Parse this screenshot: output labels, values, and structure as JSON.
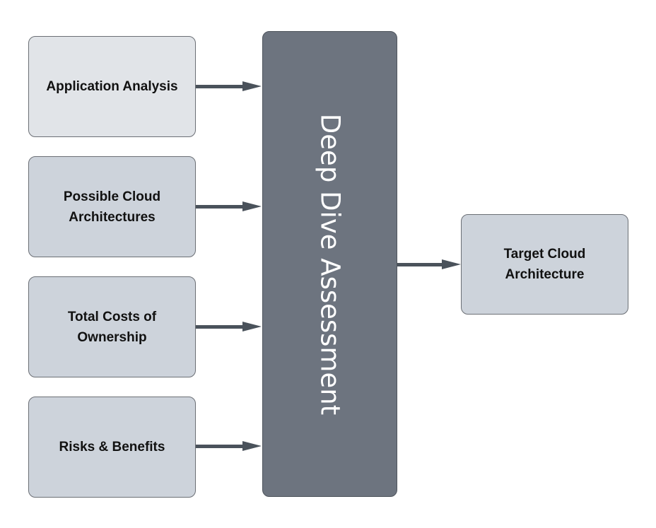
{
  "diagram": {
    "inputs": [
      {
        "label": "Application Analysis"
      },
      {
        "label": "Possible Cloud Architectures"
      },
      {
        "label": "Total Costs of Ownership"
      },
      {
        "label": "Risks & Benefits"
      }
    ],
    "center": {
      "label": "Deep Dive Assessment"
    },
    "output": {
      "label": "Target Cloud Architecture"
    },
    "edges": [
      {
        "from": "Application Analysis",
        "to": "Deep Dive Assessment"
      },
      {
        "from": "Possible Cloud Architectures",
        "to": "Deep Dive Assessment"
      },
      {
        "from": "Total Costs of Ownership",
        "to": "Deep Dive Assessment"
      },
      {
        "from": "Risks & Benefits",
        "to": "Deep Dive Assessment"
      },
      {
        "from": "Deep Dive Assessment",
        "to": "Target Cloud Architecture"
      }
    ],
    "colors": {
      "input_first": "#e1e4e8",
      "input": "#cdd3db",
      "center": "#6d747f",
      "arrow": "#4a525b",
      "text": "#111111",
      "center_text": "#ffffff"
    }
  }
}
